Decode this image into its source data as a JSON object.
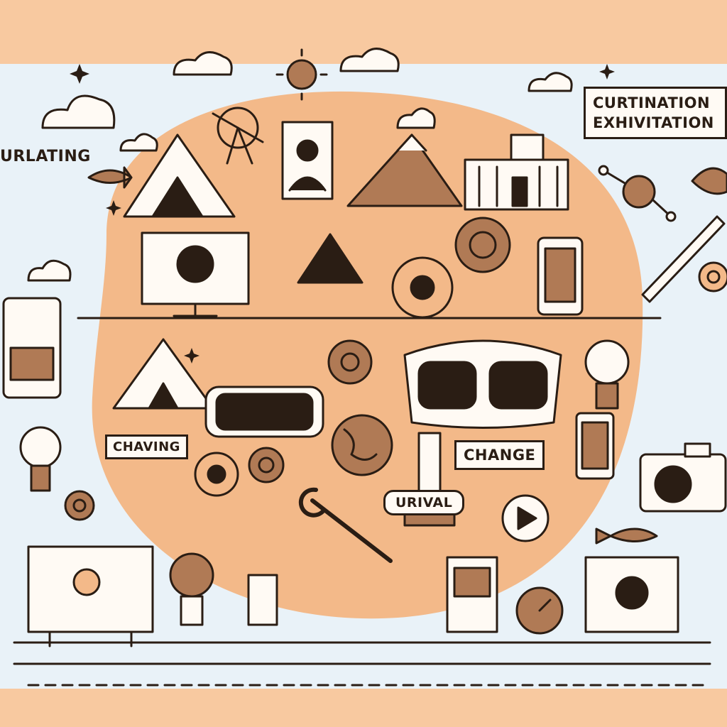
{
  "labels": {
    "top_right_line1": "CURTINATION",
    "top_right_line2": "EXHIVITATION",
    "left": "URLATING",
    "chaving": "CHAVING",
    "change": "CHANGE",
    "urival": "URIVAL"
  },
  "colors": {
    "background": "#f8c9a0",
    "panel": "#e9f2f8",
    "blob": "#f3b989",
    "ink": "#2a1d14",
    "accent": "#b07a55",
    "highlight": "#fffaf4"
  },
  "icons": [
    "vr-headset-icon",
    "lightbulb-icon",
    "gear-icon",
    "camera-icon",
    "smartphone-icon",
    "tablet-icon",
    "monitor-icon",
    "pyramid-icon",
    "tent-icon",
    "museum-building-icon",
    "mountain-icon",
    "fish-icon",
    "globe-icon",
    "cloud-icon",
    "pen-icon",
    "wrench-icon",
    "telescope-icon"
  ]
}
